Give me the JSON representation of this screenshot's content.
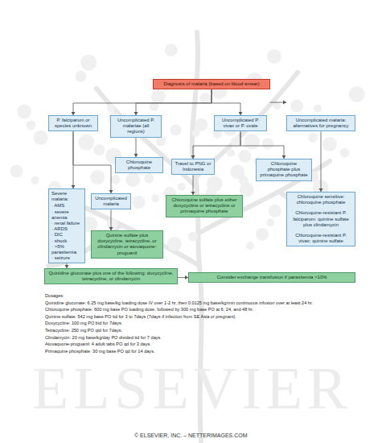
{
  "diagram": {
    "nodes": [
      {
        "text": [
          "Diagnosis of malaria (based on blood smear)"
        ]
      },
      {
        "text": [
          "P. falciparum or species unknown"
        ]
      },
      {
        "text": [
          "Uncomplicated P. malariae (all regions)"
        ]
      },
      {
        "text": [
          "Uncomplicated P. vivax or P. ovale"
        ]
      },
      {
        "text": [
          "Uncomplicated malaria: alternatives for pregnancy"
        ]
      },
      {
        "text": [
          "Chloroquine phosphate"
        ]
      },
      {
        "text": [
          "Travel to PNG or Indonesia"
        ]
      },
      {
        "text": [
          "Chloroquine phosphate plus primaquine phosphate"
        ]
      },
      {
        "text": [
          "Severe malaria:",
          "· AMS",
          "· severe anemia",
          "· renal failure",
          "· ARDS",
          "· DIC",
          "· shock",
          "· >5% parasitemia",
          "· seizure"
        ]
      },
      {
        "text": [
          "Uncomplicated malaria"
        ]
      },
      {
        "text": [
          "Chloroquine sulfate plus either doxycycline or tetracycline or primaquine phosphate"
        ]
      },
      {
        "text": [
          "Chloroquine sensitive: chloroquine phosphate",
          "Chloroquine-resistant P. falciparum: quinine sulfate plus clindamycin",
          "Chloroquine-resistant P. vivax: quinine sulfate"
        ]
      },
      {
        "text": [
          "Quinine sulfate plus doxycycline, tetracycline, or clindamycin or atovaquone-proguanil"
        ]
      },
      {
        "text": [
          "Quinidine gluconate plus one of the following: doxycycline, tetracycline, or clindamycin"
        ]
      },
      {
        "text": [
          "Consider exchange transfusion if parasitemia >10%"
        ]
      }
    ],
    "edges": [
      {
        "from": 0,
        "to": 1,
        "arrow": "to"
      },
      {
        "from": 0,
        "to": 2,
        "arrow": "to"
      },
      {
        "from": 0,
        "to": 3,
        "arrow": "to"
      },
      {
        "from": 0,
        "to": 4,
        "arrow": "to"
      },
      {
        "from": 2,
        "to": 5,
        "arrow": "to"
      },
      {
        "from": 3,
        "to": 6,
        "arrow": "to"
      },
      {
        "from": 3,
        "to": 7,
        "arrow": "to"
      },
      {
        "from": 1,
        "to": 8,
        "arrow": "to"
      },
      {
        "from": 1,
        "to": 9,
        "arrow": "to"
      },
      {
        "from": 9,
        "to": 12,
        "arrow": "to"
      },
      {
        "from": 6,
        "to": 10,
        "arrow": "to"
      },
      {
        "from": 4,
        "to": 11,
        "arrow": "to"
      },
      {
        "from": 8,
        "to": 13,
        "arrow": "to"
      },
      {
        "from": 13,
        "to": 14,
        "arrow": "to"
      }
    ],
    "labels": [
      "Dosages:",
      "Quinidine gluconate: 6.25 mg base/kg loading dose IV over 1-2 hr, then 0.0125 mg base/kg/min continuous infusion over at least 24 hr.",
      "Chloroquine phosphate: 600 mg base PO loading dose, followed by 300 mg base PO at 6, 24, and 48 hr.",
      "Quinine sulfate: 542 mg base PO tid for 3 to 7days (7days if infection from SE Asia or pregnant).",
      "Doxycycline: 100 mg PO bid for 7days.",
      "Tetracycline: 250 mg PO qid for 7days.",
      "Clindamycin: 20 mg base/kg/day PO divided tid for 7 days.",
      "Atovaquone-proguanil: 4 adult tabs PO qd for 3 days.",
      "Primaquine phosphate: 30 mg base PO qd for 14 days.",
      "ELSEVIER",
      "© ELSEVIER, INC. – NETTERIMAGES.COM"
    ]
  }
}
